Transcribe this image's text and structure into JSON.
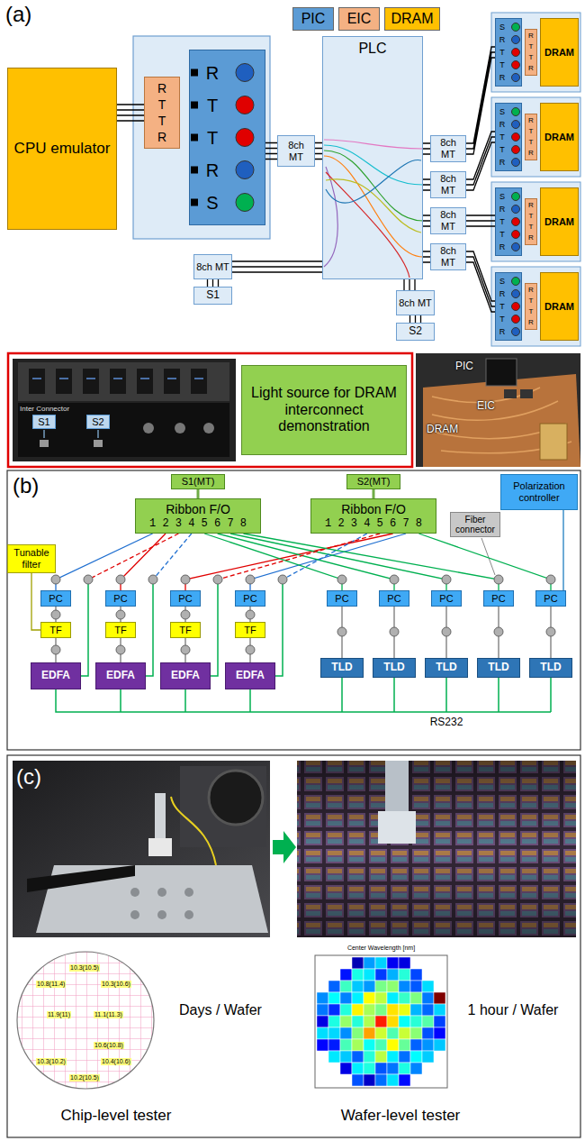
{
  "diagram": {
    "nodes": [
      {
        "text": [
          "CPU emulator"
        ]
      },
      {
        "text": [
          "R T T R"
        ]
      },
      {
        "text": [
          "R T T R S"
        ]
      },
      {
        "text": [
          "8ch MT"
        ]
      },
      {
        "text": [
          "PLC"
        ]
      },
      {
        "text": [
          "8ch MT"
        ]
      },
      {
        "text": [
          "8ch MT"
        ]
      },
      {
        "text": [
          "8ch MT"
        ]
      },
      {
        "text": [
          "8ch MT"
        ]
      },
      {
        "text": [
          "8ch MT"
        ]
      },
      {
        "text": [
          "S1"
        ]
      },
      {
        "text": [
          "8ch MT"
        ]
      },
      {
        "text": [
          "S2"
        ]
      },
      {
        "text": [
          "S R T T R"
        ]
      },
      {
        "text": [
          "R T T R"
        ]
      },
      {
        "text": [
          "DRAM"
        ]
      },
      {
        "text": [
          "S R T T R"
        ]
      },
      {
        "text": [
          "R T T R"
        ]
      },
      {
        "text": [
          "DRAM"
        ]
      },
      {
        "text": [
          "S R T T R"
        ]
      },
      {
        "text": [
          "R T T R"
        ]
      },
      {
        "text": [
          "DRAM"
        ]
      },
      {
        "text": [
          "S R T T R"
        ]
      },
      {
        "text": [
          "R T T R"
        ]
      },
      {
        "text": [
          "DRAM"
        ]
      },
      {
        "text": [
          "Light source for DRAM interconnect demonstration"
        ]
      },
      {
        "text": [
          "S1"
        ]
      },
      {
        "text": [
          "S2"
        ]
      },
      {
        "text": [
          "S1(MT)"
        ]
      },
      {
        "text": [
          "Ribbon F/O",
          "1 2 3 4 5 6 7 8"
        ]
      },
      {
        "text": [
          "S2(MT)"
        ]
      },
      {
        "text": [
          "Ribbon F/O",
          "1 2 3 4 5 6 7 8"
        ]
      },
      {
        "text": [
          "Tunable filter"
        ]
      },
      {
        "text": [
          "Fiber connector"
        ]
      },
      {
        "text": [
          "Polarization controller"
        ]
      },
      {
        "text": [
          "PC"
        ]
      },
      {
        "text": [
          "PC"
        ]
      },
      {
        "text": [
          "PC"
        ]
      },
      {
        "text": [
          "PC"
        ]
      },
      {
        "text": [
          "TF"
        ]
      },
      {
        "text": [
          "TF"
        ]
      },
      {
        "text": [
          "TF"
        ]
      },
      {
        "text": [
          "TF"
        ]
      },
      {
        "text": [
          "EDFA"
        ]
      },
      {
        "text": [
          "EDFA"
        ]
      },
      {
        "text": [
          "EDFA"
        ]
      },
      {
        "text": [
          "EDFA"
        ]
      },
      {
        "text": [
          "PC"
        ]
      },
      {
        "text": [
          "PC"
        ]
      },
      {
        "text": [
          "PC"
        ]
      },
      {
        "text": [
          "PC"
        ]
      },
      {
        "text": [
          "PC"
        ]
      },
      {
        "text": [
          "TLD"
        ]
      },
      {
        "text": [
          "TLD"
        ]
      },
      {
        "text": [
          "TLD"
        ]
      },
      {
        "text": [
          "TLD"
        ]
      },
      {
        "text": [
          "TLD"
        ]
      }
    ],
    "edges": [
      {
        "from": 0,
        "to": 1,
        "arrow": "none"
      },
      {
        "from": 2,
        "to": 3,
        "arrow": "none"
      },
      {
        "from": 3,
        "to": 4,
        "arrow": "none"
      },
      {
        "from": 4,
        "to": 5,
        "arrow": "none"
      },
      {
        "from": 4,
        "to": 6,
        "arrow": "none"
      },
      {
        "from": 4,
        "to": 7,
        "arrow": "none"
      },
      {
        "from": 4,
        "to": 8,
        "arrow": "none"
      },
      {
        "from": 5,
        "to": 13,
        "arrow": "none"
      },
      {
        "from": 6,
        "to": 16,
        "arrow": "none"
      },
      {
        "from": 7,
        "to": 19,
        "arrow": "none"
      },
      {
        "from": 8,
        "to": 22,
        "arrow": "none"
      },
      {
        "from": 4,
        "to": 9,
        "arrow": "none"
      },
      {
        "from": 9,
        "to": 10,
        "arrow": "none"
      },
      {
        "from": 4,
        "to": 11,
        "arrow": "none"
      },
      {
        "from": 11,
        "to": 12,
        "arrow": "none"
      },
      {
        "from": 28,
        "to": 29,
        "arrow": "none"
      },
      {
        "from": 30,
        "to": 31,
        "arrow": "none"
      },
      {
        "from": 32,
        "to": 39,
        "arrow": "none"
      },
      {
        "from": 34,
        "to": 51,
        "arrow": "none"
      },
      {
        "from": 29,
        "to": 35,
        "arrow": "none"
      },
      {
        "from": 29,
        "to": 36,
        "arrow": "none"
      },
      {
        "from": 31,
        "to": 37,
        "arrow": "none"
      },
      {
        "from": 31,
        "to": 38,
        "arrow": "none"
      },
      {
        "from": 29,
        "to": 47,
        "arrow": "none"
      },
      {
        "from": 29,
        "to": 48,
        "arrow": "none"
      },
      {
        "from": 29,
        "to": 49,
        "arrow": "none"
      },
      {
        "from": 29,
        "to": 50,
        "arrow": "none"
      },
      {
        "from": 31,
        "to": 51,
        "arrow": "none"
      },
      {
        "from": 35,
        "to": 39,
        "arrow": "none"
      },
      {
        "from": 36,
        "to": 40,
        "arrow": "none"
      },
      {
        "from": 37,
        "to": 41,
        "arrow": "none"
      },
      {
        "from": 38,
        "to": 42,
        "arrow": "none"
      },
      {
        "from": 39,
        "to": 43,
        "arrow": "none"
      },
      {
        "from": 40,
        "to": 44,
        "arrow": "none"
      },
      {
        "from": 41,
        "to": 45,
        "arrow": "none"
      },
      {
        "from": 42,
        "to": 46,
        "arrow": "none"
      },
      {
        "from": 52,
        "to": 47,
        "arrow": "none"
      },
      {
        "from": 53,
        "to": 48,
        "arrow": "none"
      },
      {
        "from": 54,
        "to": 49,
        "arrow": "none"
      },
      {
        "from": 55,
        "to": 50,
        "arrow": "none"
      },
      {
        "from": 56,
        "to": 51,
        "arrow": "none"
      }
    ],
    "labels": [
      "(a)",
      "Inter Connector",
      "PIC",
      "EIC",
      "DRAM",
      "(b)",
      "RS232",
      "(c)",
      "Days / Wafer",
      "1 hour / Wafer",
      "Chip-level tester",
      "Wafer-level tester",
      "Center Wavelength [nm]",
      "10.3(10.5)",
      "10.8(11.4)",
      "10.3(10.6)",
      "11.9(11)",
      "11.1(11.3)",
      "10.6(10.8)",
      "10.3(10.2)",
      "10.4(10.6)",
      "10.2(10.5)"
    ],
    "legend": [
      {
        "text": "PIC",
        "color": "#5b9bd5"
      },
      {
        "text": "EIC",
        "color": "#f4b183"
      },
      {
        "text": "DRAM",
        "color": "#ffc000"
      }
    ]
  }
}
